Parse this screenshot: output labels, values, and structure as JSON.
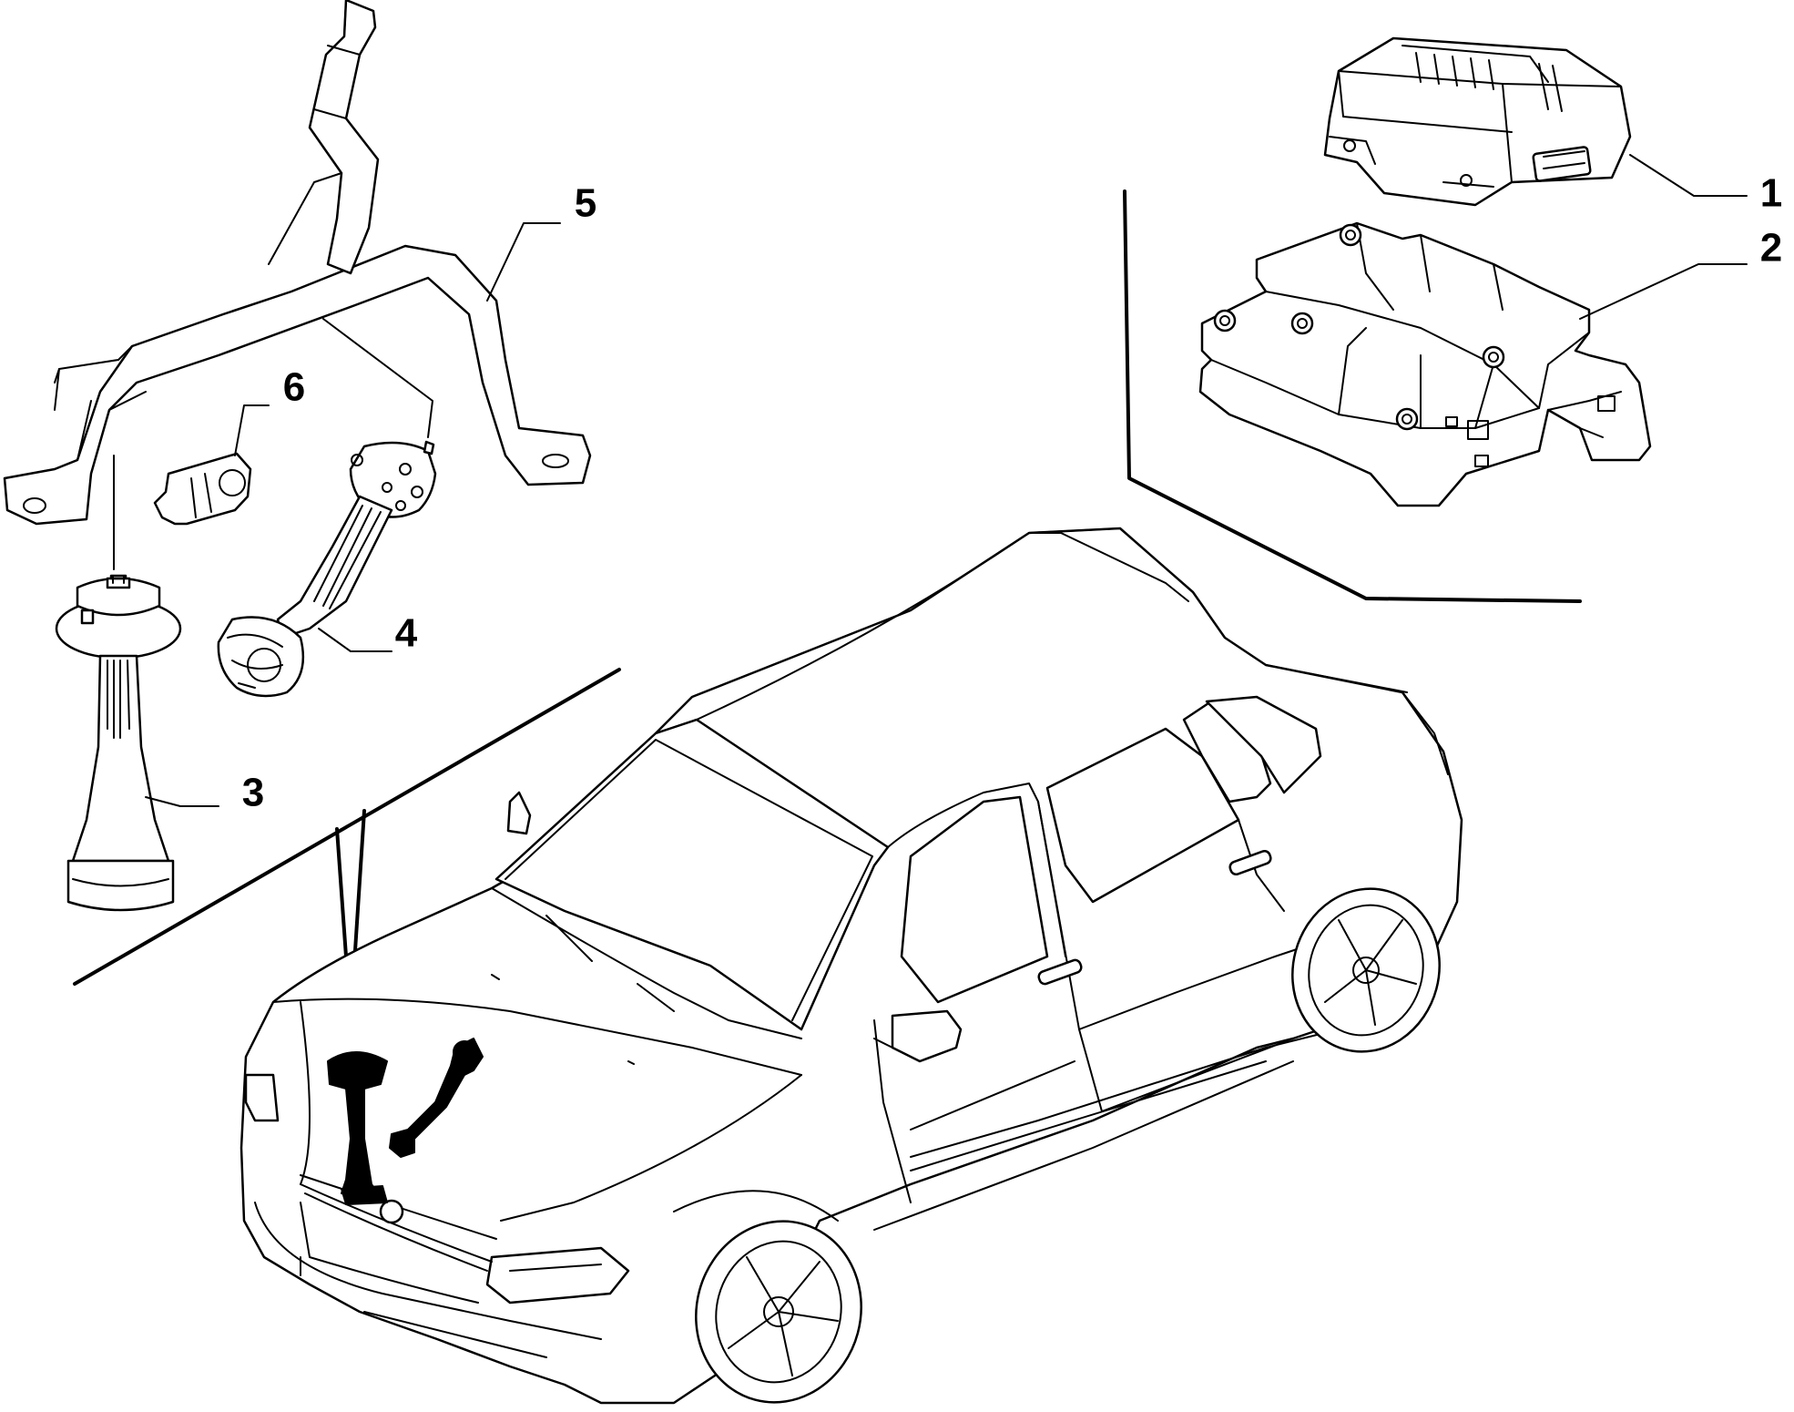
{
  "diagram": {
    "callouts": [
      {
        "id": "1",
        "label": "1",
        "part": "ecu-module"
      },
      {
        "id": "2",
        "label": "2",
        "part": "ecu-mounting-bracket"
      },
      {
        "id": "3",
        "label": "3",
        "part": "horn-low-tone"
      },
      {
        "id": "4",
        "label": "4",
        "part": "horn-high-tone"
      },
      {
        "id": "5",
        "label": "5",
        "part": "horn-support-bracket"
      },
      {
        "id": "6",
        "label": "6",
        "part": "mounting-clip"
      }
    ]
  }
}
